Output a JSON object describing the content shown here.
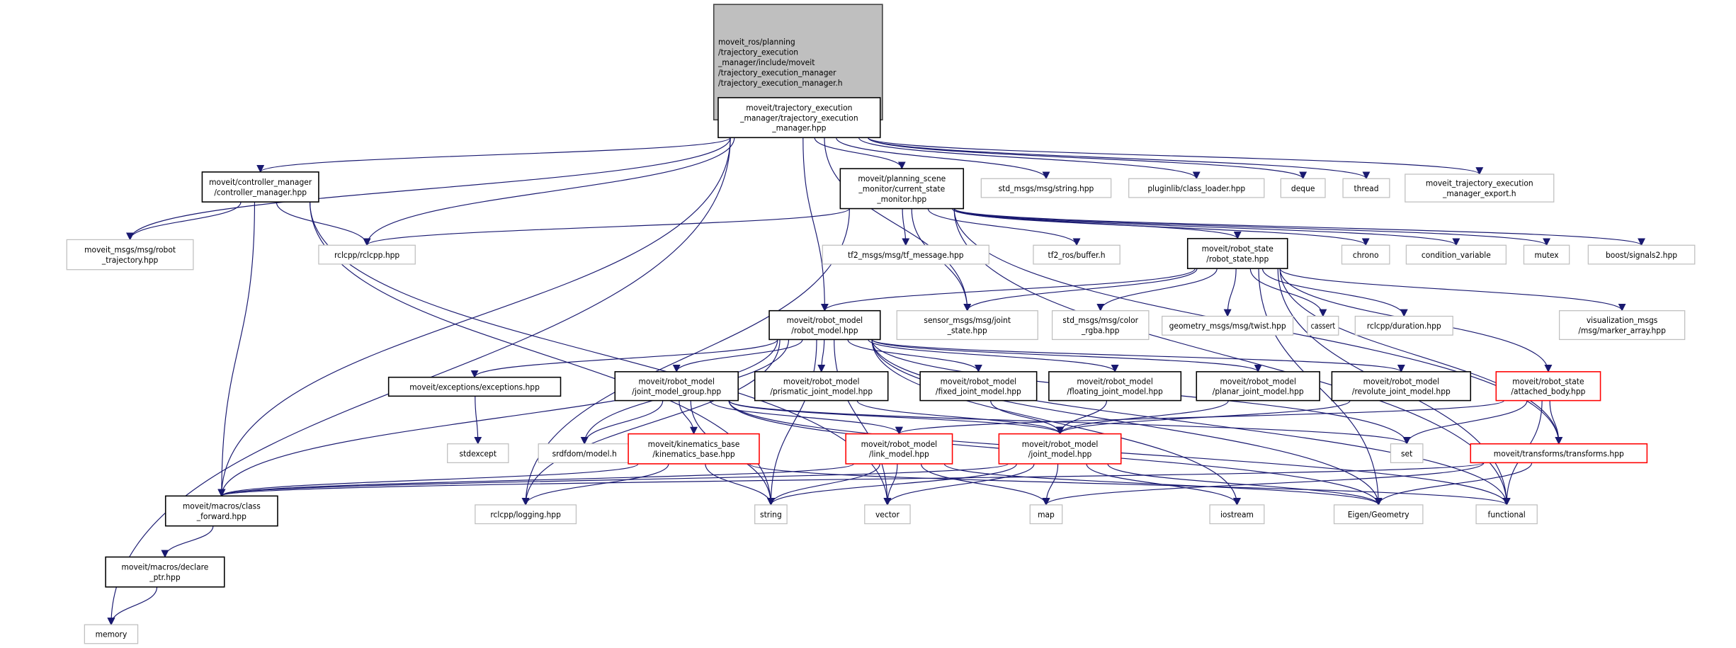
{
  "colors": {
    "edge": "#191970",
    "root_fill": "#bfbfbf",
    "root_border": "#404040",
    "documented_border": "#000000",
    "truncated_border": "#ff0000",
    "external_border": "#bfbfbf"
  },
  "graph": {
    "nodes": [
      {
        "id": "root",
        "kind": "root",
        "lines": [
          "moveit_ros/planning",
          "/trajectory_execution",
          "_manager/include/moveit",
          "/trajectory_execution_manager",
          "/trajectory_execution_manager.h"
        ]
      },
      {
        "id": "tem",
        "kind": "doc",
        "lines": [
          "moveit/trajectory_execution",
          "_manager/trajectory_execution",
          "_manager.hpp"
        ]
      },
      {
        "id": "cm",
        "kind": "doc",
        "lines": [
          "moveit/controller_manager",
          "/controller_manager.hpp"
        ]
      },
      {
        "id": "csm",
        "kind": "doc",
        "lines": [
          "moveit/planning_scene",
          "_monitor/current_state",
          "_monitor.hpp"
        ]
      },
      {
        "id": "strmsg",
        "kind": "ext",
        "lines": [
          "std_msgs/msg/string.hpp"
        ]
      },
      {
        "id": "plugin",
        "kind": "ext",
        "lines": [
          "pluginlib/class_loader.hpp"
        ]
      },
      {
        "id": "deque",
        "kind": "ext",
        "lines": [
          "deque"
        ]
      },
      {
        "id": "thread",
        "kind": "ext",
        "lines": [
          "thread"
        ]
      },
      {
        "id": "export",
        "kind": "ext",
        "lines": [
          "moveit_trajectory_execution",
          "_manager_export.h"
        ]
      },
      {
        "id": "rtraj",
        "kind": "ext",
        "lines": [
          "moveit_msgs/msg/robot",
          "_trajectory.hpp"
        ]
      },
      {
        "id": "rclcpp",
        "kind": "ext",
        "lines": [
          "rclcpp/rclcpp.hpp"
        ]
      },
      {
        "id": "tfmsg",
        "kind": "ext",
        "lines": [
          "tf2_msgs/msg/tf_message.hpp"
        ]
      },
      {
        "id": "tfbuf",
        "kind": "ext",
        "lines": [
          "tf2_ros/buffer.h"
        ]
      },
      {
        "id": "rstate",
        "kind": "doc",
        "lines": [
          "moveit/robot_state",
          "/robot_state.hpp"
        ]
      },
      {
        "id": "chrono",
        "kind": "ext",
        "lines": [
          "chrono"
        ]
      },
      {
        "id": "condvar",
        "kind": "ext",
        "lines": [
          "condition_variable"
        ]
      },
      {
        "id": "mutex",
        "kind": "ext",
        "lines": [
          "mutex"
        ]
      },
      {
        "id": "signals2",
        "kind": "ext",
        "lines": [
          "boost/signals2.hpp"
        ]
      },
      {
        "id": "rmodel",
        "kind": "doc",
        "lines": [
          "moveit/robot_model",
          "/robot_model.hpp"
        ]
      },
      {
        "id": "jstate",
        "kind": "ext",
        "lines": [
          "sensor_msgs/msg/joint",
          "_state.hpp"
        ]
      },
      {
        "id": "rgba",
        "kind": "ext",
        "lines": [
          "std_msgs/msg/color",
          "_rgba.hpp"
        ]
      },
      {
        "id": "twist",
        "kind": "ext",
        "lines": [
          "geometry_msgs/msg/twist.hpp"
        ]
      },
      {
        "id": "cassert",
        "kind": "ext",
        "lines": [
          "cassert"
        ]
      },
      {
        "id": "duration",
        "kind": "ext",
        "lines": [
          "rclcpp/duration.hpp"
        ]
      },
      {
        "id": "marker",
        "kind": "ext",
        "lines": [
          "visualization_msgs",
          "/msg/marker_array.hpp"
        ]
      },
      {
        "id": "exc",
        "kind": "doc",
        "lines": [
          "moveit/exceptions/exceptions.hpp"
        ]
      },
      {
        "id": "jmg",
        "kind": "doc",
        "lines": [
          "moveit/robot_model",
          "/joint_model_group.hpp"
        ]
      },
      {
        "id": "prism",
        "kind": "doc",
        "lines": [
          "moveit/robot_model",
          "/prismatic_joint_model.hpp"
        ]
      },
      {
        "id": "fixed",
        "kind": "doc",
        "lines": [
          "moveit/robot_model",
          "/fixed_joint_model.hpp"
        ]
      },
      {
        "id": "floating",
        "kind": "doc",
        "lines": [
          "moveit/robot_model",
          "/floating_joint_model.hpp"
        ]
      },
      {
        "id": "planar",
        "kind": "doc",
        "lines": [
          "moveit/robot_model",
          "/planar_joint_model.hpp"
        ]
      },
      {
        "id": "revolute",
        "kind": "doc",
        "lines": [
          "moveit/robot_model",
          "/revolute_joint_model.hpp"
        ]
      },
      {
        "id": "attached",
        "kind": "trunc",
        "lines": [
          "moveit/robot_state",
          "/attached_body.hpp"
        ]
      },
      {
        "id": "stdexcept",
        "kind": "ext",
        "lines": [
          "stdexcept"
        ]
      },
      {
        "id": "srdf",
        "kind": "ext",
        "lines": [
          "srdfdom/model.h"
        ]
      },
      {
        "id": "kin",
        "kind": "trunc",
        "lines": [
          "moveit/kinematics_base",
          "/kinematics_base.hpp"
        ]
      },
      {
        "id": "link",
        "kind": "trunc",
        "lines": [
          "moveit/robot_model",
          "/link_model.hpp"
        ]
      },
      {
        "id": "joint",
        "kind": "trunc",
        "lines": [
          "moveit/robot_model",
          "/joint_model.hpp"
        ]
      },
      {
        "id": "set",
        "kind": "ext",
        "lines": [
          "set"
        ]
      },
      {
        "id": "transforms",
        "kind": "trunc",
        "lines": [
          "moveit/transforms/transforms.hpp"
        ]
      },
      {
        "id": "classfwd",
        "kind": "doc",
        "lines": [
          "moveit/macros/class",
          "_forward.hpp"
        ]
      },
      {
        "id": "logging",
        "kind": "ext",
        "lines": [
          "rclcpp/logging.hpp"
        ]
      },
      {
        "id": "string",
        "kind": "ext",
        "lines": [
          "string"
        ]
      },
      {
        "id": "vector",
        "kind": "ext",
        "lines": [
          "vector"
        ]
      },
      {
        "id": "map",
        "kind": "ext",
        "lines": [
          "map"
        ]
      },
      {
        "id": "iostream",
        "kind": "ext",
        "lines": [
          "iostream"
        ]
      },
      {
        "id": "eigen",
        "kind": "ext",
        "lines": [
          "Eigen/Geometry"
        ]
      },
      {
        "id": "functional",
        "kind": "ext",
        "lines": [
          "functional"
        ]
      },
      {
        "id": "declptr",
        "kind": "doc",
        "lines": [
          "moveit/macros/declare",
          "_ptr.hpp"
        ]
      },
      {
        "id": "memory",
        "kind": "ext",
        "lines": [
          "memory"
        ]
      }
    ],
    "edges": [
      [
        "root",
        "tem"
      ],
      [
        "tem",
        "cm"
      ],
      [
        "tem",
        "csm"
      ],
      [
        "tem",
        "strmsg"
      ],
      [
        "tem",
        "plugin"
      ],
      [
        "tem",
        "deque"
      ],
      [
        "tem",
        "thread"
      ],
      [
        "tem",
        "export"
      ],
      [
        "tem",
        "rtraj"
      ],
      [
        "tem",
        "rclcpp"
      ],
      [
        "tem",
        "rmodel"
      ],
      [
        "tem",
        "jstate"
      ],
      [
        "tem",
        "memory"
      ],
      [
        "tem",
        "classfwd"
      ],
      [
        "cm",
        "rtraj"
      ],
      [
        "cm",
        "rclcpp"
      ],
      [
        "cm",
        "classfwd"
      ],
      [
        "cm",
        "string"
      ],
      [
        "cm",
        "vector"
      ],
      [
        "csm",
        "rclcpp"
      ],
      [
        "csm",
        "tfmsg"
      ],
      [
        "csm",
        "tfbuf"
      ],
      [
        "csm",
        "jstate"
      ],
      [
        "csm",
        "rstate"
      ],
      [
        "csm",
        "chrono"
      ],
      [
        "csm",
        "condvar"
      ],
      [
        "csm",
        "mutex"
      ],
      [
        "csm",
        "signals2"
      ],
      [
        "csm",
        "logging"
      ],
      [
        "csm",
        "functional"
      ],
      [
        "csm",
        "transforms"
      ],
      [
        "rstate",
        "rmodel"
      ],
      [
        "rstate",
        "jstate"
      ],
      [
        "rstate",
        "rgba"
      ],
      [
        "rstate",
        "twist"
      ],
      [
        "rstate",
        "cassert"
      ],
      [
        "rstate",
        "duration"
      ],
      [
        "rstate",
        "marker"
      ],
      [
        "rstate",
        "attached"
      ],
      [
        "rstate",
        "transforms"
      ],
      [
        "rstate",
        "functional"
      ],
      [
        "rstate",
        "eigen"
      ],
      [
        "rmodel",
        "exc"
      ],
      [
        "rmodel",
        "jmg"
      ],
      [
        "rmodel",
        "prism"
      ],
      [
        "rmodel",
        "fixed"
      ],
      [
        "rmodel",
        "floating"
      ],
      [
        "rmodel",
        "planar"
      ],
      [
        "rmodel",
        "revolute"
      ],
      [
        "rmodel",
        "srdf"
      ],
      [
        "rmodel",
        "classfwd"
      ],
      [
        "rmodel",
        "logging"
      ],
      [
        "rmodel",
        "string"
      ],
      [
        "rmodel",
        "iostream"
      ],
      [
        "rmodel",
        "set"
      ],
      [
        "rmodel",
        "eigen"
      ],
      [
        "rmodel",
        "functional"
      ],
      [
        "rmodel",
        "vector"
      ],
      [
        "exc",
        "stdexcept"
      ],
      [
        "jmg",
        "srdf"
      ],
      [
        "jmg",
        "kin"
      ],
      [
        "jmg",
        "string"
      ],
      [
        "jmg",
        "link"
      ],
      [
        "jmg",
        "joint"
      ],
      [
        "jmg",
        "set"
      ],
      [
        "jmg",
        "functional"
      ],
      [
        "jmg",
        "eigen"
      ],
      [
        "prism",
        "joint"
      ],
      [
        "fixed",
        "joint"
      ],
      [
        "floating",
        "joint"
      ],
      [
        "planar",
        "joint"
      ],
      [
        "revolute",
        "joint"
      ],
      [
        "attached",
        "link"
      ],
      [
        "attached",
        "set"
      ],
      [
        "attached",
        "transforms"
      ],
      [
        "attached",
        "functional"
      ],
      [
        "kin",
        "classfwd"
      ],
      [
        "kin",
        "logging"
      ],
      [
        "kin",
        "string"
      ],
      [
        "kin",
        "functional"
      ],
      [
        "link",
        "classfwd"
      ],
      [
        "link",
        "string"
      ],
      [
        "link",
        "vector"
      ],
      [
        "link",
        "map"
      ],
      [
        "link",
        "eigen"
      ],
      [
        "joint",
        "classfwd"
      ],
      [
        "joint",
        "string"
      ],
      [
        "joint",
        "vector"
      ],
      [
        "joint",
        "map"
      ],
      [
        "joint",
        "iostream"
      ],
      [
        "joint",
        "eigen"
      ],
      [
        "transforms",
        "classfwd"
      ],
      [
        "transforms",
        "map"
      ],
      [
        "transforms",
        "eigen"
      ],
      [
        "classfwd",
        "declptr"
      ],
      [
        "declptr",
        "memory"
      ]
    ]
  }
}
